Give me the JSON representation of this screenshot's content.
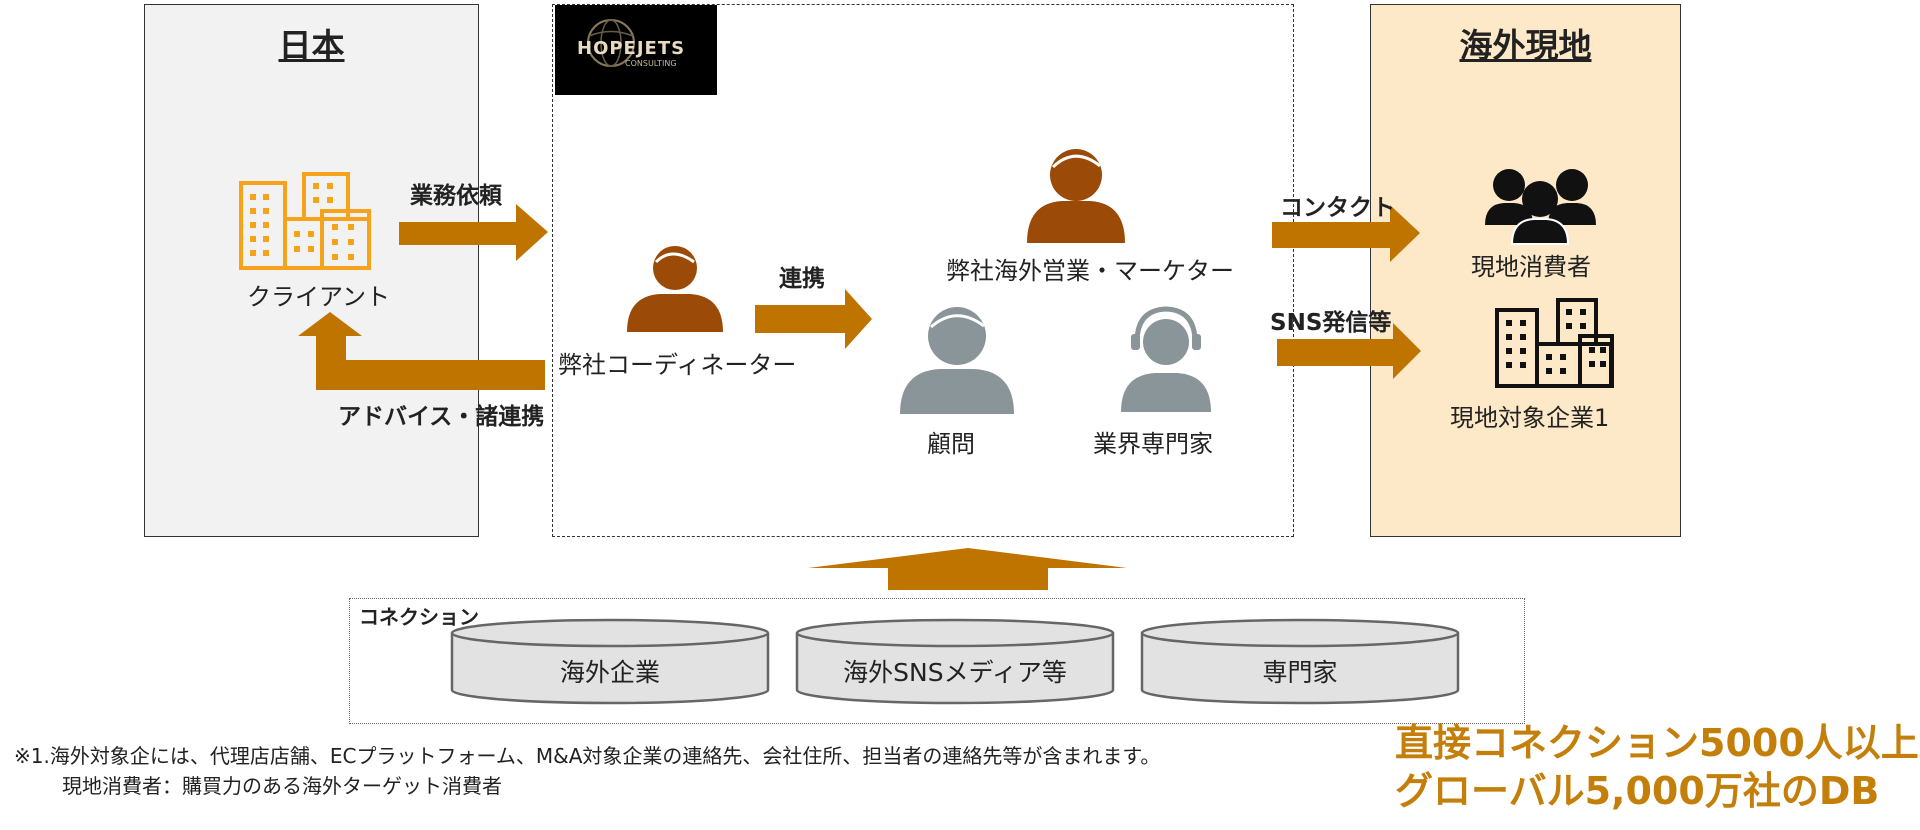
{
  "panels": {
    "japan": {
      "title": "日本"
    },
    "overseas": {
      "title": "海外現地"
    }
  },
  "logo": {
    "brand": "HOPEJETS",
    "sub": "CONSULTING"
  },
  "labels": {
    "client": "クライアント",
    "request": "業務依頼",
    "advice": "アドバイス・諸連携",
    "coordinator": "弊社コーディネーター",
    "cooperation": "連携",
    "sales": "弊社海外営業・マーケター",
    "advisor": "顧問",
    "expert": "業界専門家",
    "contact": "コンタクト",
    "sns": "SNS発信等",
    "consumer": "現地消費者",
    "target_company": "現地対象企業1"
  },
  "connection": {
    "title": "コネクション",
    "items": [
      "海外企業",
      "海外SNSメディア等",
      "専門家"
    ]
  },
  "notes": {
    "line1": "※1.海外対象企には、代理店店舗、ECプラットフォーム、M&A対象企業の連絡先、会社住所、担当者の連絡先等が含まれます。",
    "line2": "現地消費者：購買力のある海外ターゲット消費者"
  },
  "highlights": {
    "line1": "直接コネクション5000人以上",
    "line2": "グローバル5,000万社のDB"
  },
  "colors": {
    "arrow": "#bf7400",
    "person_brown": "#9b4a08",
    "person_gray": "#8a9599",
    "building_orange": "#f7a21b",
    "japan_bg": "#f2f2f2",
    "overseas_bg": "#fde8c8",
    "highlight": "#c47f0a",
    "cylinder": "#e2e2e2"
  },
  "icons": [
    "building-icon-orange",
    "person-icon-brown",
    "person-icon-gray",
    "headset-person-icon",
    "group-icon",
    "building-icon-black"
  ]
}
